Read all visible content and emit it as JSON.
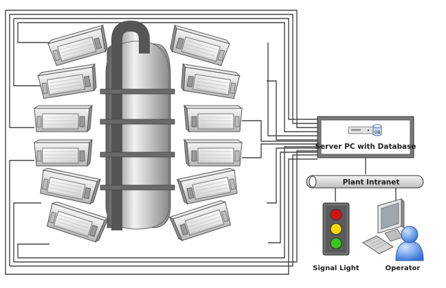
{
  "server": {
    "label": "Server PC with Database",
    "db_badge": "DB"
  },
  "network": {
    "label": "Plant Intranet"
  },
  "signal_light": {
    "label": "Signal Light",
    "lamps": [
      "#d31212",
      "#ffd800",
      "#38c418"
    ]
  },
  "operator": {
    "label": "Operator"
  },
  "colors": {
    "wire": "#444444",
    "column": "#555555",
    "monitor_frame": "#cfcfcf",
    "operator": "#4a86e0"
  }
}
